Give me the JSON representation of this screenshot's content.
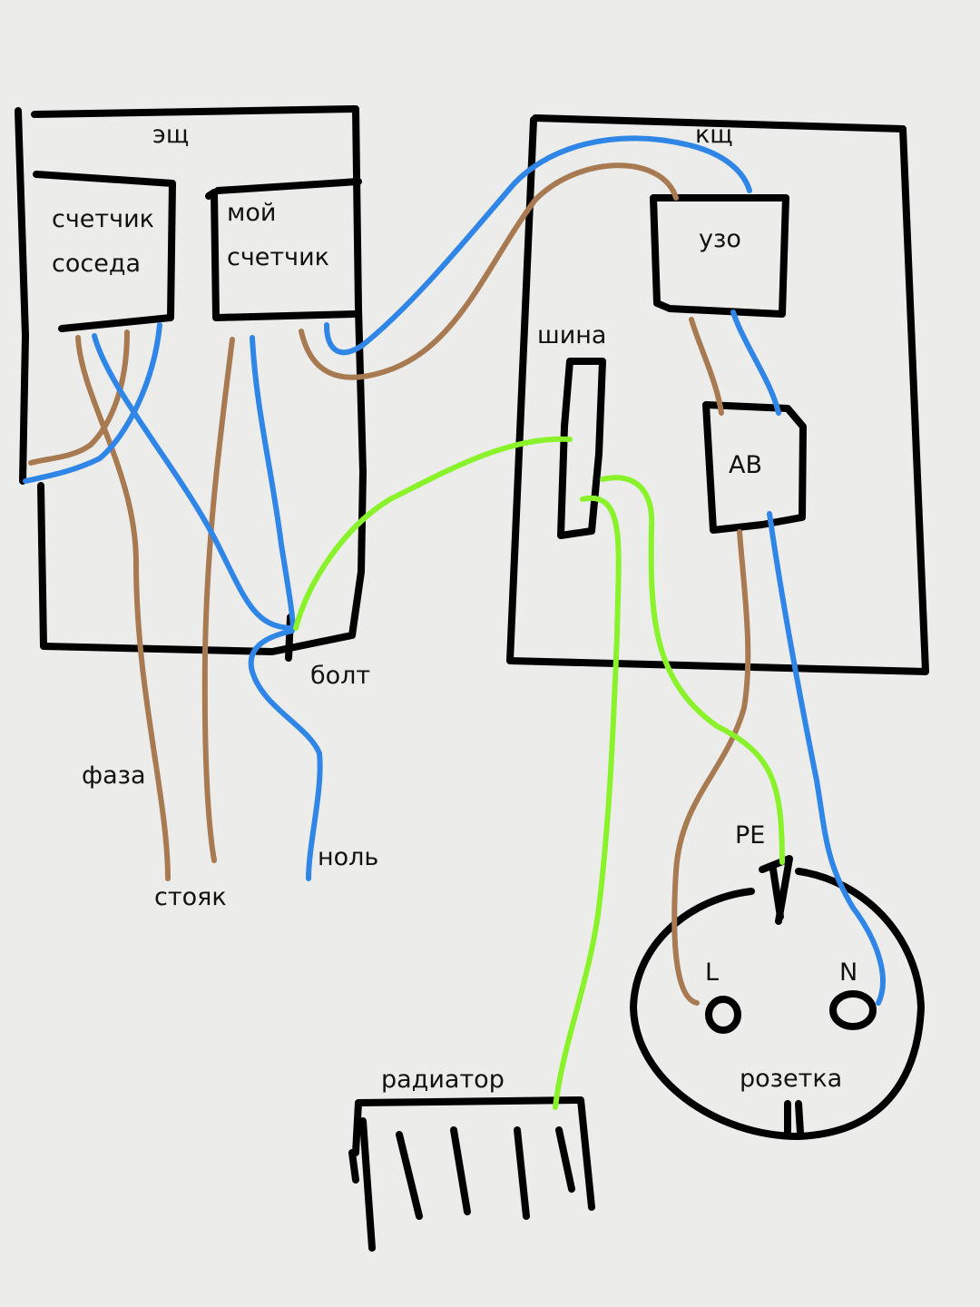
{
  "labels": {
    "eshch": "эщ",
    "neighbor_meter_1": "счетчик",
    "neighbor_meter_2": "соседа",
    "my_meter_1": "мой",
    "my_meter_2": "счетчик",
    "kshch": "кщ",
    "uzo": "узо",
    "bus": "шина",
    "breaker": "АВ",
    "bolt": "болт",
    "phase": "фаза",
    "riser": "стояк",
    "neutral": "ноль",
    "pe": "PE",
    "l": "L",
    "n": "N",
    "socket": "розетка",
    "radiator": "радиатор"
  },
  "colors": {
    "phase": "#a77a52",
    "neutral": "#2f86e6",
    "ground": "#8af22a",
    "outline": "#000000",
    "background": "#ececea"
  }
}
